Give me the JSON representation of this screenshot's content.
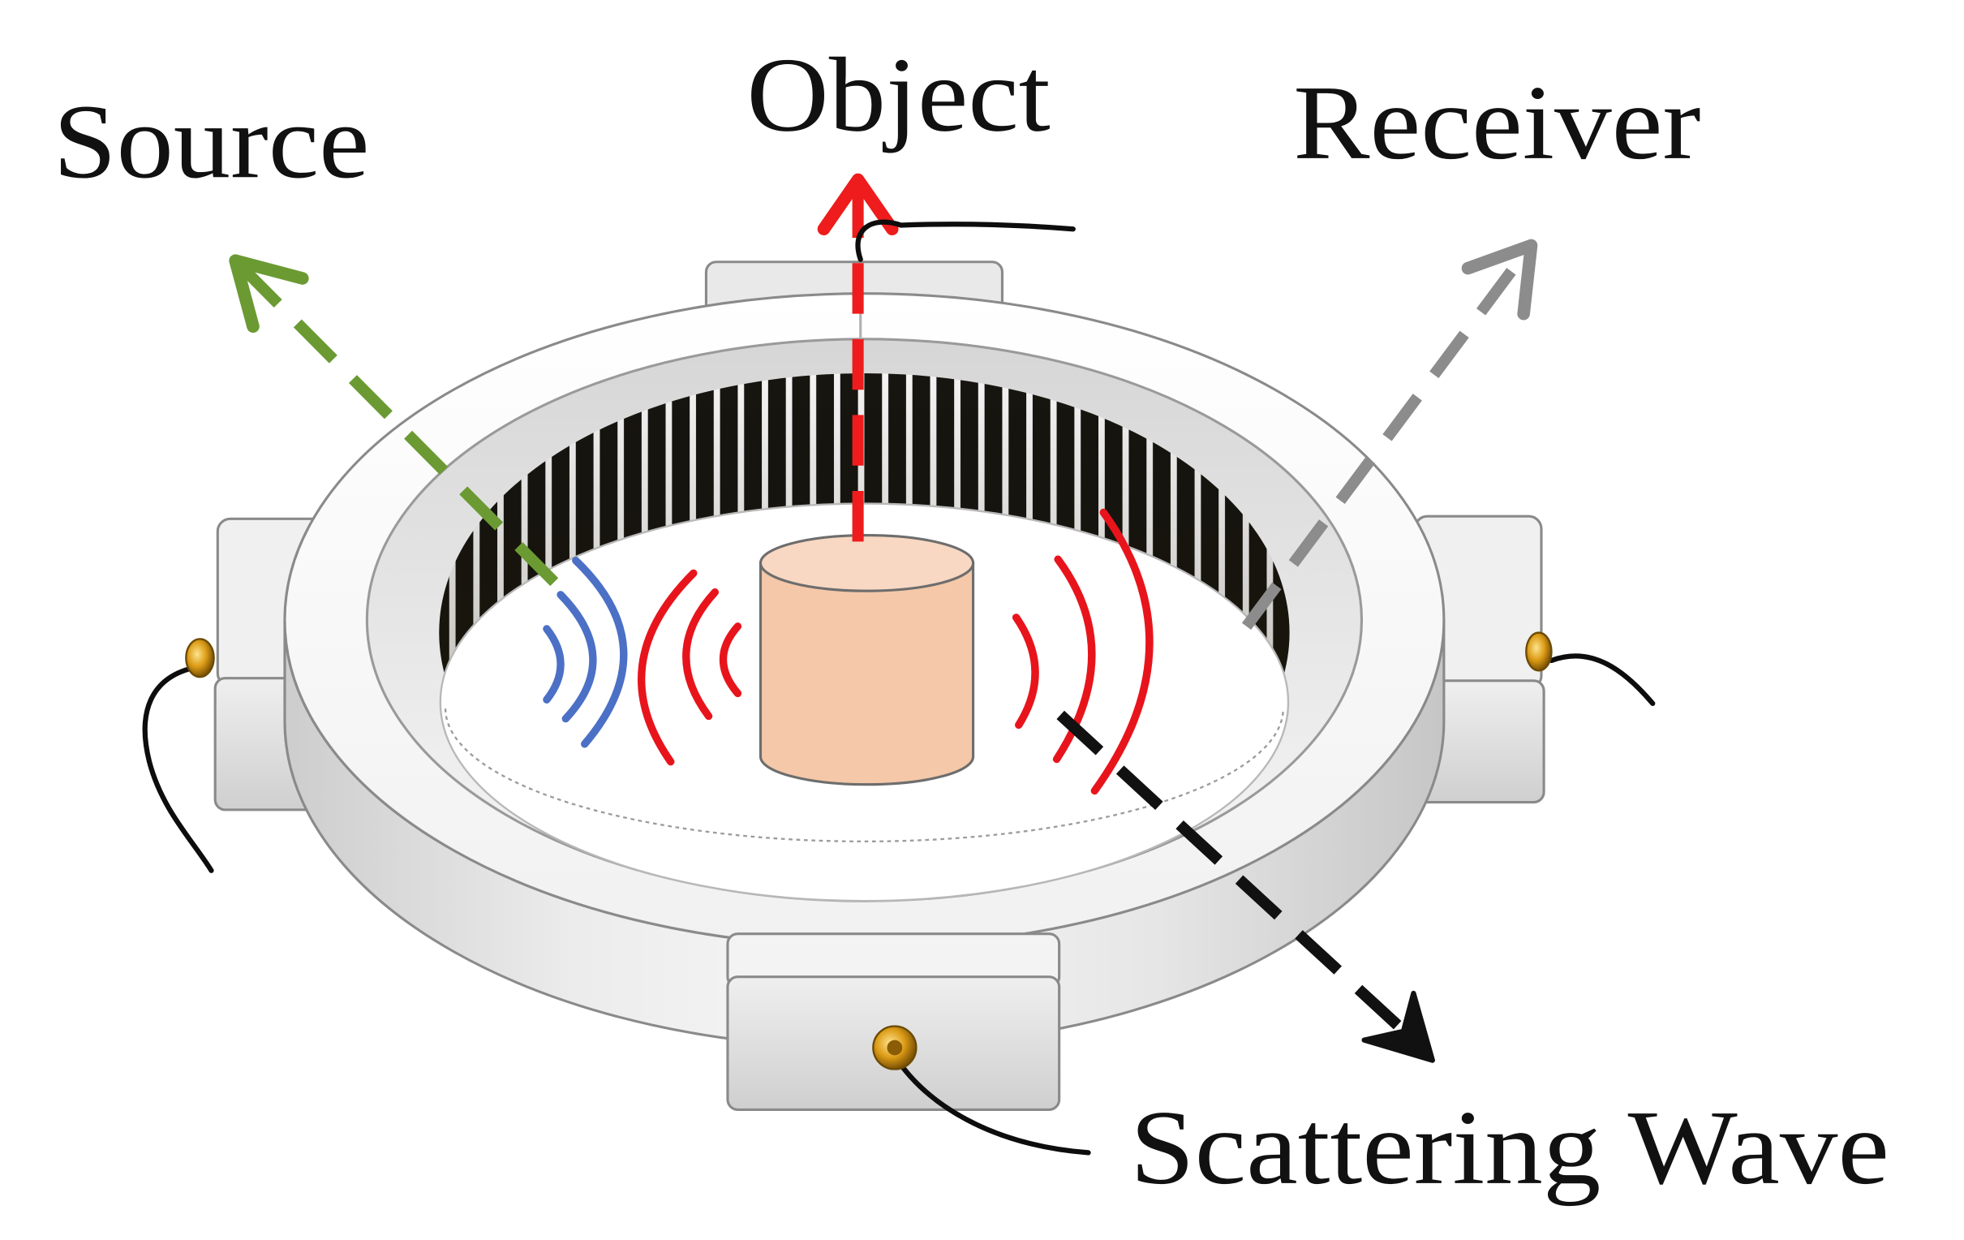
{
  "labels": {
    "source": "Source",
    "object": "Object",
    "receiver": "Receiver",
    "scattering_wave": "Scattering Wave"
  },
  "colors": {
    "source_arrow": "#6b9a33",
    "object_arrow": "#ee1c1c",
    "receiver_arrow": "#8c8c8c",
    "scattering_arrow": "#111111",
    "incident_wave": "#4b70c6",
    "scattered_wave": "#e8141c",
    "object_fill": "#f4c8a8"
  }
}
